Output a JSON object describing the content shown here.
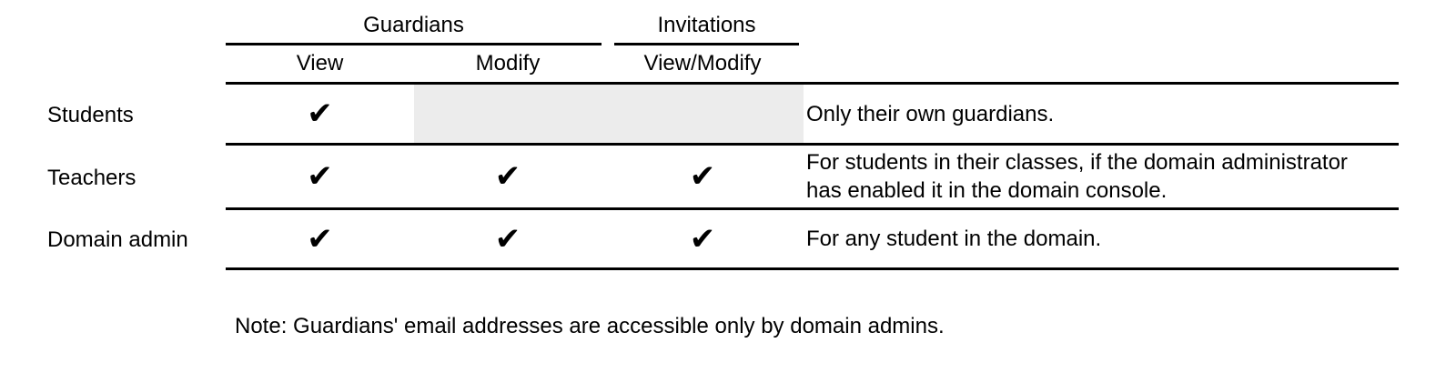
{
  "colors": {
    "background": "#ffffff",
    "line": "#000000",
    "text": "#000000",
    "shade": "#ececec"
  },
  "table": {
    "column_groups": [
      {
        "label": "Guardians"
      },
      {
        "label": "Invitations"
      }
    ],
    "sub_headers": {
      "view": "View",
      "modify": "Modify",
      "view_modify": "View/Modify"
    },
    "rows": [
      {
        "label": "Students",
        "view": "✔",
        "modify": "",
        "view_modify": "",
        "shaded": true,
        "note_lines": [
          "Only their own guardians."
        ]
      },
      {
        "label": "Teachers",
        "view": "✔",
        "modify": "✔",
        "view_modify": "✔",
        "shaded": false,
        "note_lines": [
          "For students in their classes, if the domain administrator",
          "has enabled it in the domain console."
        ]
      },
      {
        "label": "Domain admin",
        "view": "✔",
        "modify": "✔",
        "view_modify": "✔",
        "shaded": false,
        "note_lines": [
          "For any student in the domain."
        ]
      }
    ]
  },
  "footnote": "Note: Guardians' email addresses are accessible only by domain admins."
}
